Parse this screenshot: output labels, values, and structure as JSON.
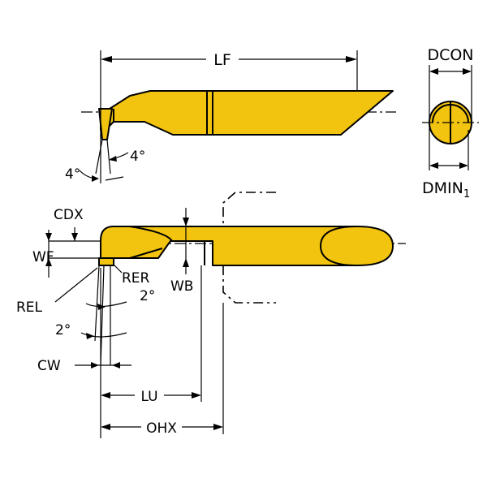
{
  "labels": {
    "lf": "LF",
    "dcon": "DCON",
    "dmin": "DMIN",
    "dmin_sub": "1",
    "angle_top_right": "4°",
    "angle_top_left": "4°",
    "cdx": "CDX",
    "wf": "WF",
    "rer": "RER",
    "wb": "WB",
    "rel": "REL",
    "angle_mid": "2°",
    "angle_low": "2°",
    "cw": "CW",
    "lu": "LU",
    "ohx": "OHX"
  },
  "colors": {
    "insert_fill": "#F2C40F",
    "outline": "#000000",
    "background": "#FFFFFF"
  }
}
